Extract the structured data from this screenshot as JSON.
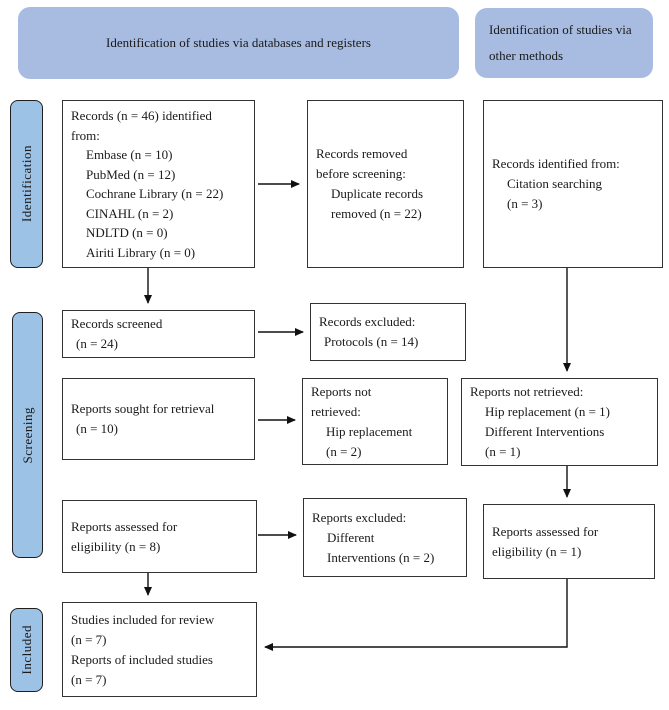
{
  "headers": {
    "databases_registers": "Identification of studies via databases and registers",
    "other_methods": [
      "Identification of studies via",
      "other methods"
    ]
  },
  "stages": {
    "identification": "Identification",
    "screening": "Screening",
    "included": "Included"
  },
  "boxes": {
    "records_identified": {
      "lines": [
        "Records (n = 46) identified",
        "from:",
        "Embase (n = 10)",
        "PubMed (n = 12)",
        "Cochrane Library (n = 22)",
        "CINAHL (n = 2)",
        "NDLTD (n = 0)",
        "Airiti Library (n = 0)"
      ]
    },
    "duplicates_removed": {
      "lines": [
        "Records removed",
        "before screening:",
        "Duplicate records",
        "removed (n = 22)"
      ]
    },
    "citation_searching": {
      "lines": [
        "Records identified from:",
        "Citation searching",
        "(n = 3)"
      ]
    },
    "records_screened": {
      "lines": [
        "Records screened",
        "(n = 24)"
      ]
    },
    "records_excluded": {
      "lines": [
        "Records excluded:",
        "Protocols (n = 14)"
      ]
    },
    "reports_sought": {
      "lines": [
        "Reports sought for retrieval",
        "(n = 10)"
      ]
    },
    "reports_not_retrieved_db": {
      "lines": [
        "Reports not",
        "retrieved:",
        "Hip replacement",
        "(n = 2)"
      ]
    },
    "reports_not_retrieved_other": {
      "lines": [
        "Reports not retrieved:",
        "Hip replacement (n = 1)",
        "Different Interventions",
        "(n = 1)"
      ]
    },
    "reports_assessed_db": {
      "lines": [
        "Reports assessed for",
        "eligibility (n = 8)"
      ]
    },
    "reports_excluded": {
      "lines": [
        "Reports excluded:",
        "Different",
        "Interventions (n = 2)"
      ]
    },
    "reports_assessed_other": {
      "lines": [
        "Reports assessed for",
        "eligibility (n = 1)"
      ]
    },
    "studies_included": {
      "lines": [
        "Studies included for review",
        "(n = 7)",
        "Reports of included studies",
        "(n = 7)"
      ]
    }
  },
  "colors": {
    "header_fill": "#a8bce2",
    "stage_fill": "#9cc2e6",
    "box_border": "#333333",
    "arrow": "#111111",
    "text": "#1a1a1a"
  }
}
